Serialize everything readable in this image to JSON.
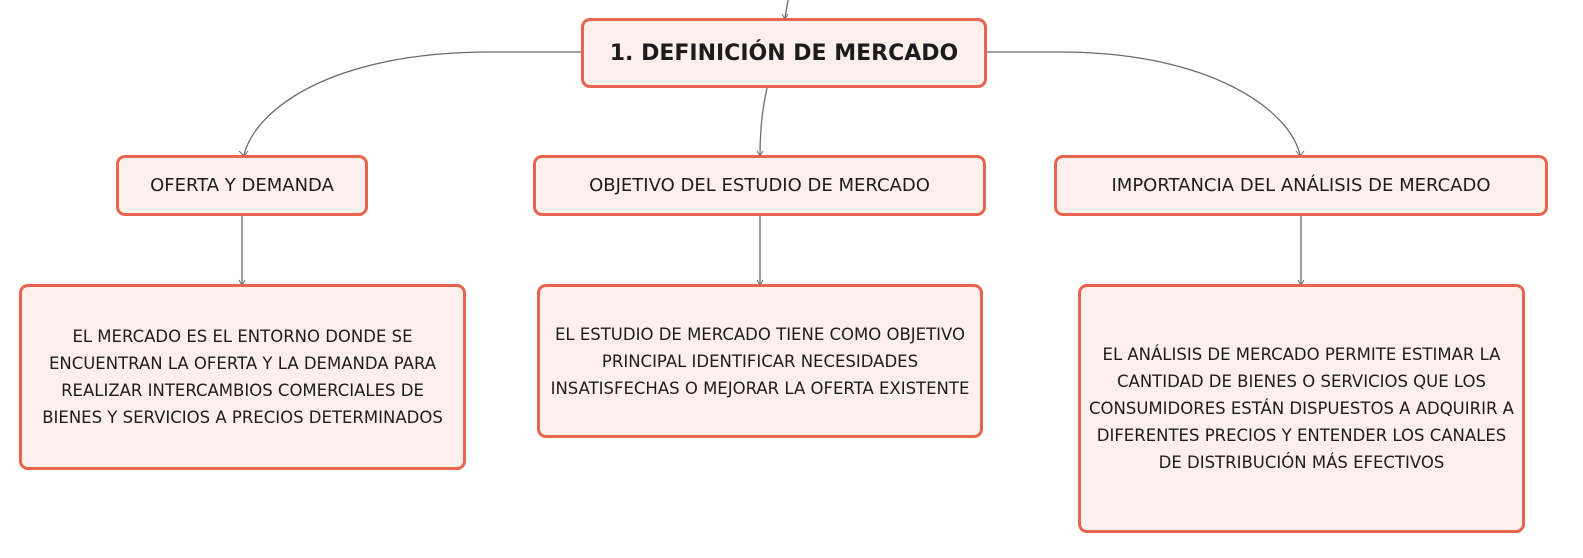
{
  "root": {
    "label": "1. DEFINICIÓN DE MERCADO"
  },
  "branches": [
    {
      "label": "OFERTA Y DEMANDA",
      "detail": "EL MERCADO ES EL ENTORNO DONDE SE ENCUENTRAN LA OFERTA Y LA DEMANDA PARA REALIZAR INTERCAMBIOS COMERCIALES DE BIENES Y SERVICIOS A PRECIOS DETERMINADOS"
    },
    {
      "label": "OBJETIVO DEL ESTUDIO DE MERCADO",
      "detail": "EL ESTUDIO DE MERCADO TIENE COMO OBJETIVO PRINCIPAL IDENTIFICAR NECESIDADES INSATISFECHAS O MEJORAR LA OFERTA EXISTENTE"
    },
    {
      "label": "IMPORTANCIA DEL ANÁLISIS DE MERCADO",
      "detail": "EL ANÁLISIS DE MERCADO PERMITE ESTIMAR LA CANTIDAD DE BIENES O SERVICIOS QUE LOS CONSUMIDORES ESTÁN DISPUESTOS A ADQUIRIR A DIFERENTES PRECIOS Y ENTENDER LOS CANALES DE DISTRIBUCIÓN MÁS EFECTIVOS"
    }
  ],
  "colors": {
    "node_border": "#e8644c",
    "node_fill": "#fdf0ec",
    "connector": "#6b6b6b",
    "text": "#1c1c1c"
  }
}
